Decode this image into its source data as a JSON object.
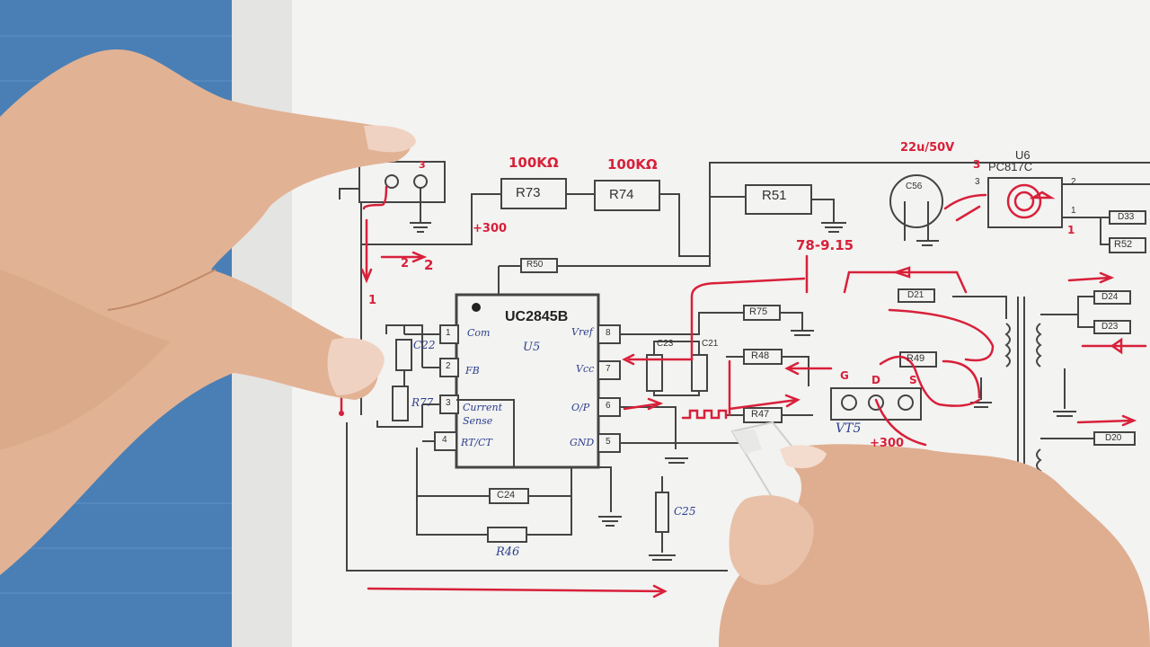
{
  "ic": {
    "name": "UC2845B",
    "ref": "U5"
  },
  "pins": {
    "p1": "1",
    "p2": "2",
    "p3": "3",
    "p4": "4",
    "p5": "5",
    "p6": "6",
    "p7": "7",
    "p8": "8",
    "com": "Com",
    "fb": "FB",
    "current": "Current",
    "sense": "Sense",
    "rtct": "RT/CT",
    "vref": "Vref",
    "vcc": "Vcc",
    "op": "O/P",
    "gnd": "GND"
  },
  "resistors": {
    "r73": "R73",
    "r74": "R74",
    "r51": "R51",
    "r50": "R50",
    "r75": "R75",
    "r48": "R48",
    "r47": "R47",
    "r49": "R49",
    "r52": "R52",
    "r77": "R77",
    "r46": "R46"
  },
  "caps": {
    "c22": "C22",
    "c23": "C23",
    "c21": "C21",
    "c24": "C24",
    "c25": "C25",
    "c56": "C56"
  },
  "diodes": {
    "d21": "D21",
    "d24": "D24",
    "d23": "D23",
    "d20": "D20",
    "d33": "D33"
  },
  "opto": {
    "ref": "U6",
    "name": "PC817C",
    "pin2": "2",
    "pin1": "1",
    "pin3": "3"
  },
  "transistor": {
    "ref": "VT5",
    "g": "G",
    "d": "D",
    "s": "S"
  },
  "annotations": {
    "r73_value": "100KΩ",
    "r74_value": "100KΩ",
    "c56_value": "22u/50V",
    "v300_a": "+300",
    "v300_b": "+300",
    "voltage_range": "78-9.15",
    "n2": "2",
    "n3": "3",
    "n1": "1",
    "n1b": "1",
    "n3b": "3",
    "n2b": "2"
  },
  "colors": {
    "paper": "#f3f3f1",
    "ink": "#3a3a3a",
    "marker": "#d8203a",
    "pen": "#2d3f8e",
    "table": "#4a7fb5",
    "skin": "#e2b294"
  }
}
